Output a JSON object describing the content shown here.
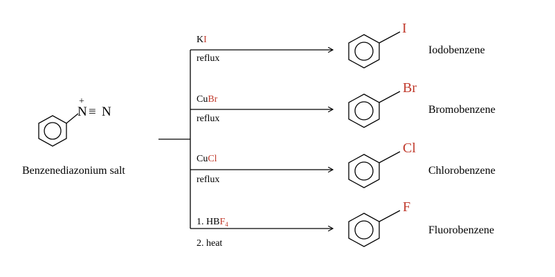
{
  "reactant": {
    "name": "Benzenediazonium salt",
    "charge": "+",
    "atom_n1": "N",
    "triple_bond": "≡",
    "atom_n2": "N"
  },
  "reactions": [
    {
      "reagent_black": "K",
      "reagent_red": "I",
      "reagent_sub": "",
      "condition": "reflux",
      "halogen": "I",
      "product": "Iodobenzene"
    },
    {
      "reagent_black": "Cu",
      "reagent_red": "Br",
      "reagent_sub": "",
      "condition": "reflux",
      "halogen": "Br",
      "product": "Bromobenzene"
    },
    {
      "reagent_black": "Cu",
      "reagent_red": "Cl",
      "reagent_sub": "",
      "condition": "reflux",
      "halogen": "Cl",
      "product": "Chlorobenzene"
    },
    {
      "reagent_black": "1. HB",
      "reagent_red": "F",
      "reagent_sub": "4",
      "condition": "2. heat",
      "halogen": "F",
      "product": "Fluorobenzene"
    }
  ],
  "colors": {
    "halogen": "#c0392b",
    "line": "#000000"
  }
}
